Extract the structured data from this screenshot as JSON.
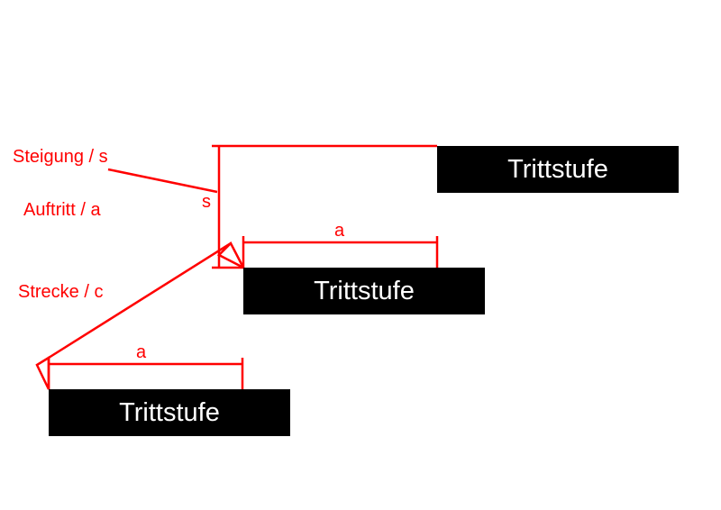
{
  "colors": {
    "dimension": "#ff0000",
    "step": "#000000",
    "step_text": "#ffffff"
  },
  "labels": {
    "steigung": "Steigung / s",
    "auftritt": "Auftritt / a",
    "strecke": "Strecke / c",
    "s_mark": "s",
    "a_mark_upper": "a",
    "a_mark_lower": "a"
  },
  "steps": [
    "Trittstufe",
    "Trittstufe",
    "Trittstufe"
  ]
}
